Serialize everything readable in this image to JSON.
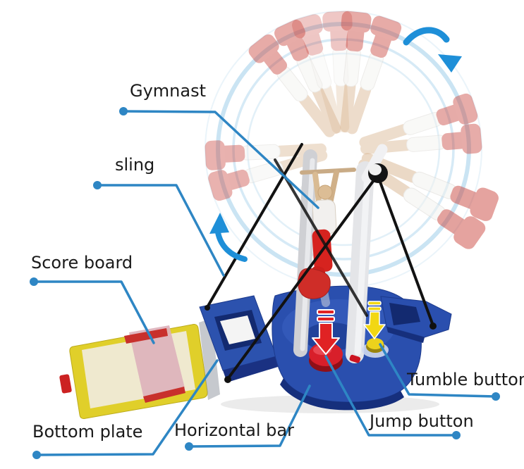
{
  "figure_type": "annotated-product-diagram",
  "product": "gymnast horizontal bar tumbling toy",
  "labels": {
    "gymnast": "Gymnast",
    "sling": "sling",
    "score_board": "Score board",
    "bottom_plate": "Bottom plate",
    "horizontal_bar": "Horizontal bar",
    "jump_button": "Jump button",
    "tumble_button": "Tumble button"
  },
  "colors": {
    "background": "#ffffff",
    "label_text": "#1a1a1a",
    "leader_line_blue": "#2e86c4",
    "rotation_arrow_blue": "#1e8fd8",
    "rotation_ring_blue": "#a8d2ea",
    "base_blue": "#2a4fae",
    "base_dark_blue": "#172f7c",
    "jump_button_red": "#d81f2a",
    "tumble_button_yellow": "#ecd21c",
    "gymnast_boot_red": "#c9473f",
    "gymnast_skin_tan": "#d9bb93",
    "gymnast_leotard_white": "#f2f0ee",
    "mat_border_yellow": "#e0cf2a",
    "mat_inner_cream": "#efe9cf",
    "mat_center_pink": "#ddb2bc",
    "mat_stripe_red": "#c8302c",
    "sling_cord_black": "#121212",
    "pole_gray": "#d6d5d8"
  },
  "icons": [
    {
      "name": "rotation-arrow-top-right",
      "glyph": "curved clockwise arrow"
    },
    {
      "name": "rotation-arrow-lower-left",
      "glyph": "curved upward arrow"
    },
    {
      "name": "jump-arrow-indicator",
      "glyph": "red press-down arrow"
    },
    {
      "name": "tumble-arrow-indicator",
      "glyph": "yellow press-down arrow"
    }
  ]
}
